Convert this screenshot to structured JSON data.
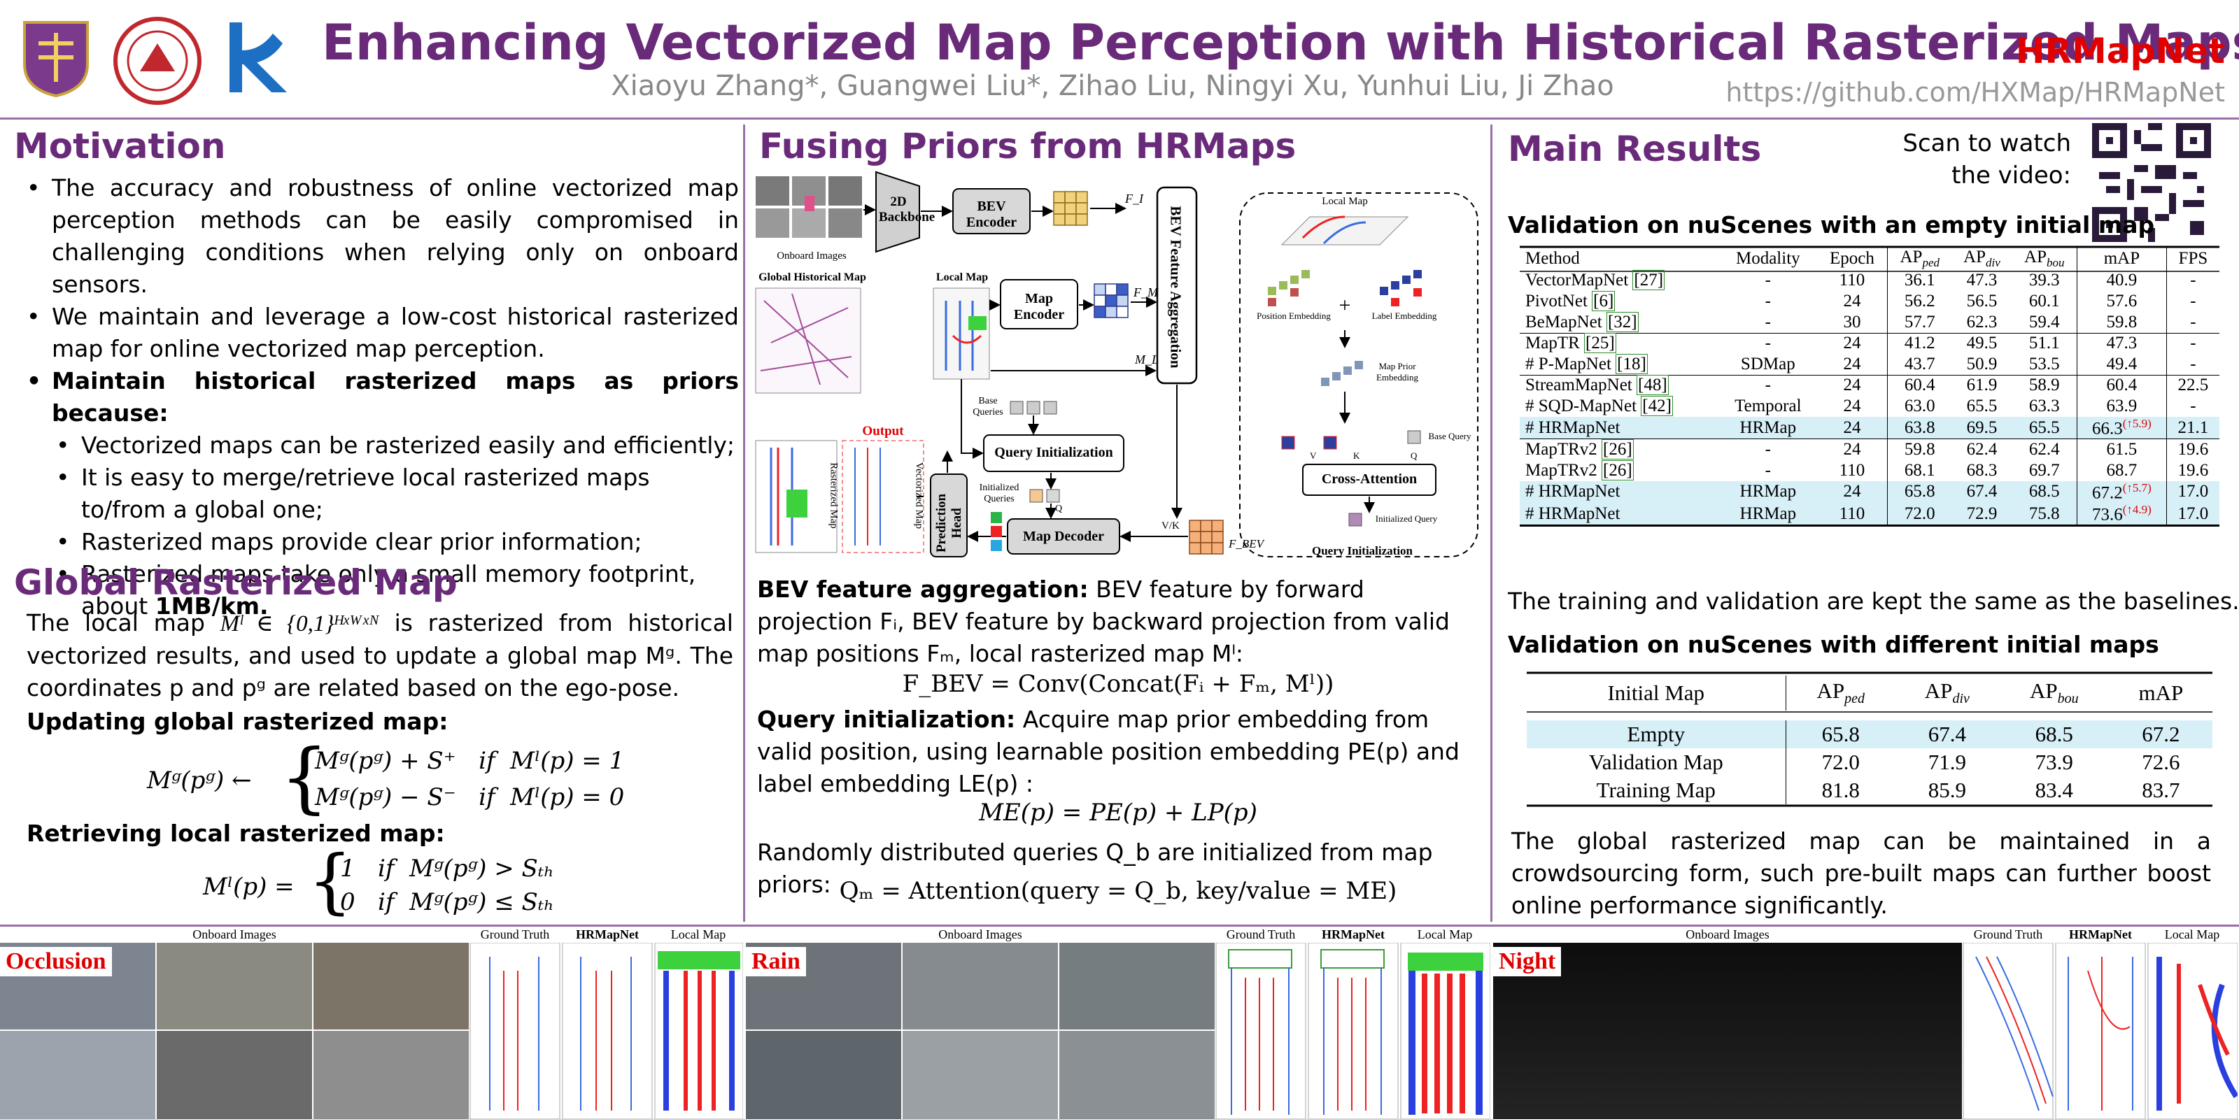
{
  "header": {
    "title": "Enhancing Vectorized Map Perception with Historical Rasterized Maps",
    "authors": "Xiaoyu Zhang*, Guangwei Liu*, Zihao Liu, Ningyi Xu, Yunhui Liu, Ji Zhao",
    "project": "HRMapNet",
    "url": "https://github.com/HXMap/HRMapNet"
  },
  "colors": {
    "accent": "#6a2a7a",
    "highlight": "#e00000",
    "table_highlight": "#d7f0f8"
  },
  "motivation": {
    "title": "Motivation",
    "bullets": [
      "The accuracy and robustness of online vectorized map perception methods can be easily compromised in challenging conditions when relying only on onboard sensors.",
      "We maintain and leverage a low-cost historical rasterized map for online vectorized map perception.",
      "Maintain historical rasterized maps as priors because:"
    ],
    "sub_bullets": [
      "Vectorized maps can be rasterized easily and efficiently;",
      "It is easy to merge/retrieve local rasterized maps to/from a global one;",
      "Rasterized maps provide clear prior information;",
      "Rasterized maps take only a small memory footprint, about "
    ],
    "memory": "1MB/km."
  },
  "global_map": {
    "title": "Global Rasterized Map",
    "p1a": "The local map",
    "p1_math": "Mˡ ∈ {0,1}ᴴˣᵂˣᴺ",
    "p1b": "is rasterized from historical vectorized results, and used to update a global map Mᵍ. The coordinates p and pᵍ are related based on the ego-pose.",
    "update_title": "Updating global rasterized map:",
    "update_lhs": "Mᵍ(pᵍ) ←",
    "update_case1": "Mᵍ(pᵍ) + S⁺   if  Mˡ(p) = 1",
    "update_case2": "Mᵍ(pᵍ) − S⁻   if  Mˡ(p) = 0",
    "retrieve_title": "Retrieving local rasterized map:",
    "retrieve_lhs": "Mˡ(p) =",
    "retrieve_case1": "1   if  Mᵍ(pᵍ) > Sₜₕ",
    "retrieve_case2": "0   if  Mᵍ(pᵍ) ≤ Sₜₕ"
  },
  "fusing": {
    "title": "Fusing Priors from HRMaps",
    "diagram": {
      "onboard": "Onboard Images",
      "backbone": "2D Backbone",
      "bev_encoder": "BEV Encoder",
      "global_map": "Global Historical Map",
      "local_map": "Local Map",
      "map_encoder": "Map Encoder",
      "bev_agg": "BEV Feature Aggregation",
      "fi": "F_I",
      "fm": "F_M",
      "ml": "M_L",
      "fbev": "F_BEV",
      "base_queries": "Base Queries",
      "query_init": "Query Initialization",
      "init_queries": "Initialized Queries",
      "q": "Q",
      "vk": "V/K",
      "map_decoder": "Map Decoder",
      "pred_head": "Prediction Head",
      "output": "Output",
      "raster_map": "Rasterized Map",
      "vector_map": "Vectorized Map",
      "inset_local_map": "Local Map",
      "pos_emb": "Position Embedding",
      "label_emb": "Label Embedding",
      "prior_emb": "Map Prior Embedding",
      "base_query": "Base Query",
      "v": "V",
      "k": "K",
      "q2": "Q",
      "cross_attn": "Cross-Attention",
      "init_query": "Initialized Query",
      "inset_title": "Query Initialization"
    },
    "bev_title": "BEV feature aggregation:",
    "bev_text": "BEV feature by forward projection Fᵢ, BEV feature by backward projection from valid map positions Fₘ, local rasterized map Mˡ:",
    "bev_formula": "F_BEV = Conv(Concat(Fᵢ + Fₘ, Mˡ))",
    "qi_title": "Query initialization:",
    "qi_text": "Acquire map prior embedding from valid position, using learnable position embedding PE(p) and label embedding LE(p) :",
    "qi_formula": "ME(p) = PE(p) + LP(p)",
    "rand_text": "Randomly distributed queries Q_b are initialized from map priors:",
    "rand_formula": "Qₘ = Attention(query = Q_b, key/value = ME)"
  },
  "results": {
    "title": "Main Results",
    "scan": "Scan to watch",
    "scan2": "the video:",
    "t1_title": "Validation on nuScenes with an empty initial map",
    "t1_headers": [
      "Method",
      "Modality",
      "Epoch",
      "APped",
      "APdiv",
      "APbou",
      "mAP",
      "FPS"
    ],
    "t1_groups": [
      [
        [
          "VectorMapNet",
          "27",
          "-",
          "110",
          "36.1",
          "47.3",
          "39.3",
          "40.9",
          "-",
          "",
          false
        ],
        [
          "PivotNet",
          "6",
          "-",
          "24",
          "56.2",
          "56.5",
          "60.1",
          "57.6",
          "-",
          "",
          false
        ],
        [
          "BeMapNet",
          "32",
          "-",
          "30",
          "57.7",
          "62.3",
          "59.4",
          "59.8",
          "-",
          "",
          false
        ]
      ],
      [
        [
          "MapTR",
          "25",
          "-",
          "24",
          "41.2",
          "49.5",
          "51.1",
          "47.3",
          "-",
          "",
          false
        ],
        [
          "# P-MapNet",
          "18",
          "SDMap",
          "24",
          "43.7",
          "50.9",
          "53.5",
          "49.4",
          "-",
          "",
          false
        ]
      ],
      [
        [
          "StreamMapNet",
          "48",
          "-",
          "24",
          "60.4",
          "61.9",
          "58.9",
          "60.4",
          "22.5",
          "",
          false
        ],
        [
          "# SQD-MapNet",
          "42",
          "Temporal",
          "24",
          "63.0",
          "65.5",
          "63.3",
          "63.9",
          "-",
          "",
          false
        ],
        [
          "# HRMapNet",
          "",
          "HRMap",
          "24",
          "63.8",
          "69.5",
          "65.5",
          "66.3",
          "21.1",
          "↑5.9",
          true
        ]
      ],
      [
        [
          "MapTRv2",
          "26",
          "-",
          "24",
          "59.8",
          "62.4",
          "62.4",
          "61.5",
          "19.6",
          "",
          false
        ],
        [
          "MapTRv2",
          "26",
          "-",
          "110",
          "68.1",
          "68.3",
          "69.7",
          "68.7",
          "19.6",
          "",
          false
        ],
        [
          "# HRMapNet",
          "",
          "HRMap",
          "24",
          "65.8",
          "67.4",
          "68.5",
          "67.2",
          "17.0",
          "↑5.7",
          true
        ],
        [
          "# HRMapNet",
          "",
          "HRMap",
          "110",
          "72.0",
          "72.9",
          "75.8",
          "73.6",
          "17.0",
          "↑4.9",
          true
        ]
      ]
    ],
    "baseline_note": "The training and validation are kept the same as the baselines.",
    "t2_title": "Validation on nuScenes with different initial maps",
    "t2_headers": [
      "Initial Map",
      "APped",
      "APdiv",
      "APbou",
      "mAP"
    ],
    "t2_rows": [
      [
        "Empty",
        "65.8",
        "67.4",
        "68.5",
        "67.2"
      ],
      [
        "Validation Map",
        "72.0",
        "71.9",
        "73.9",
        "72.6"
      ],
      [
        "Training Map",
        "81.8",
        "85.9",
        "83.4",
        "83.7"
      ]
    ],
    "conclusion": "The global rasterized map can be maintained in a crowdsourcing form, such pre-built maps can further boost online performance significantly."
  },
  "bottom": {
    "panels": [
      {
        "label": "Occlusion",
        "onboard": "Onboard Images",
        "gt": "Ground Truth",
        "ours": "HRMapNet",
        "local": "Local Map"
      },
      {
        "label": "Rain",
        "onboard": "Onboard Images",
        "gt": "Ground Truth",
        "ours": "HRMapNet",
        "local": "Local Map"
      },
      {
        "label": "Night",
        "onboard": "Onboard Images",
        "gt": "Ground Truth",
        "ours": "HRMapNet",
        "local": "Local Map"
      }
    ]
  }
}
